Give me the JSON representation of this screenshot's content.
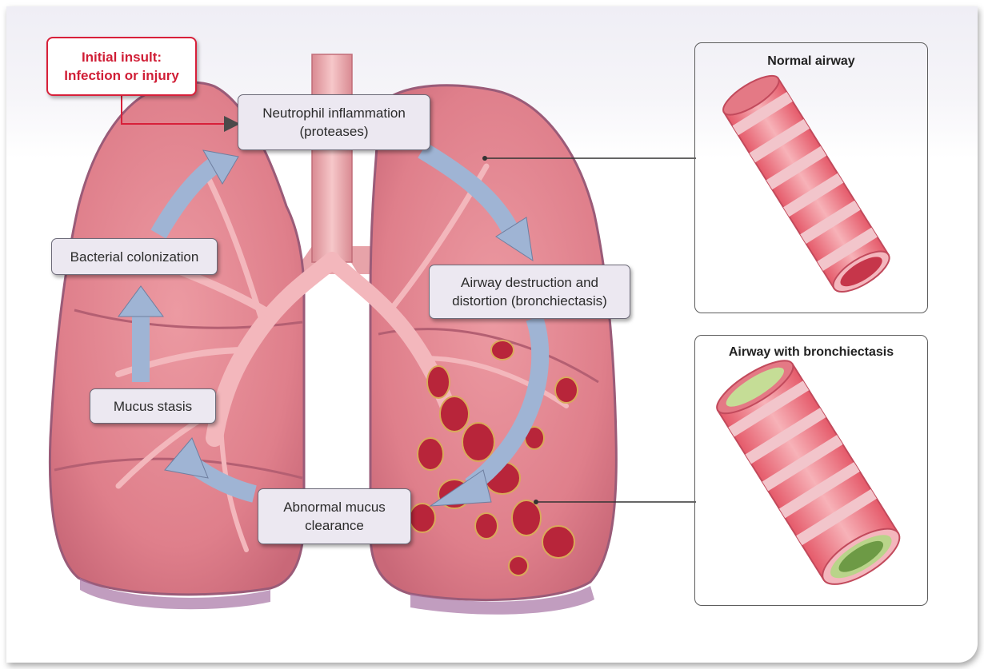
{
  "colors": {
    "insult_red": "#d8203a",
    "arrow_blue": "#9fb4d4",
    "lung_pink": "#e38891",
    "label_fill": "#ece8f1",
    "mucus_green": "#9bb86a"
  },
  "initial_insult": {
    "line1": "Initial insult:",
    "line2": "Infection or injury"
  },
  "cycle": {
    "neutrophil": {
      "line1": "Neutrophil inflammation",
      "line2": "(proteases)"
    },
    "airway_destruction": {
      "line1": "Airway destruction and",
      "line2": "distortion (bronchiectasis)"
    },
    "abnormal_clearance": {
      "line1": "Abnormal mucus",
      "line2": "clearance"
    },
    "mucus_stasis": "Mucus stasis",
    "bacterial_colonization": "Bacterial colonization"
  },
  "panels": {
    "normal_airway": "Normal airway",
    "bronchiectasis_airway": "Airway with bronchiectasis"
  }
}
